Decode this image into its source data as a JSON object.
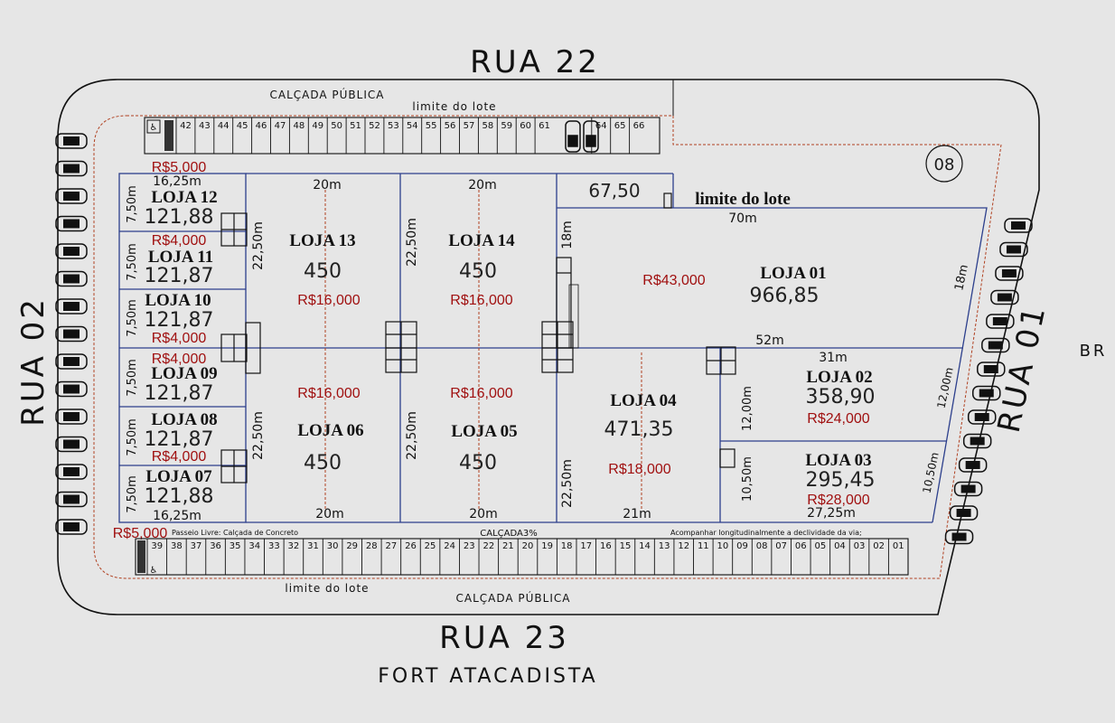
{
  "streets": {
    "north": "RUA 22",
    "south": "RUA 23",
    "west": "RUA 02",
    "east": "RUA 01",
    "east_tag": "BR"
  },
  "labels": {
    "calcada_top": "CALÇADA PÚBLICA",
    "calcada_bottom": "CALÇADA PÚBLICA",
    "limite_top": "limite do lote",
    "limite_bottom": "limite do lote",
    "limite_right": "limite do lote",
    "lot_number": "08",
    "project": "FORT ATACADISTA",
    "passeio": "Passeio Livre: Calçada de Concreto",
    "calcada_pct": "CALÇADA3%",
    "acompanhar": "Acompanhar longitudinalmente a declividade da via;"
  },
  "parking": {
    "top": [
      "42",
      "43",
      "44",
      "45",
      "46",
      "47",
      "48",
      "49",
      "50",
      "51",
      "52",
      "53",
      "54",
      "55",
      "56",
      "57",
      "58",
      "59",
      "60",
      "61",
      "64",
      "65",
      "66"
    ],
    "bottom": [
      "39",
      "38",
      "37",
      "36",
      "35",
      "34",
      "33",
      "32",
      "31",
      "30",
      "29",
      "28",
      "27",
      "26",
      "25",
      "24",
      "23",
      "22",
      "21",
      "20",
      "19",
      "18",
      "17",
      "16",
      "15",
      "14",
      "13",
      "12",
      "11",
      "10",
      "09",
      "08",
      "07",
      "06",
      "05",
      "04",
      "03",
      "02",
      "01"
    ]
  },
  "lojas": {
    "loja12": {
      "name": "LOJA 12",
      "area": "121,88",
      "price": "R$5,000"
    },
    "loja11": {
      "name": "LOJA 11",
      "area": "121,87",
      "price": "R$4,000"
    },
    "loja10": {
      "name": "LOJA 10",
      "area": "121,87",
      "price": "R$4,000"
    },
    "loja09": {
      "name": "LOJA 09",
      "area": "121,87",
      "price": "R$4,000"
    },
    "loja08": {
      "name": "LOJA 08",
      "area": "121,87",
      "price": "R$4,000"
    },
    "loja07": {
      "name": "LOJA 07",
      "area": "121,88",
      "price": "R$5,000"
    },
    "loja13": {
      "name": "LOJA 13",
      "area": "450",
      "price": "R$16,000"
    },
    "loja14": {
      "name": "LOJA 14",
      "area": "450",
      "price": "R$16,000"
    },
    "loja06": {
      "name": "LOJA 06",
      "area": "450",
      "price": "R$16,000"
    },
    "loja05": {
      "name": "LOJA 05",
      "area": "450",
      "price": "R$16,000"
    },
    "loja01": {
      "name": "LOJA 01",
      "area": "966,85",
      "price": "R$43,000"
    },
    "loja02": {
      "name": "LOJA 02",
      "area": "358,90",
      "price": "R$24,000"
    },
    "loja03": {
      "name": "LOJA 03",
      "area": "295,45",
      "price": "R$28,000"
    },
    "loja04": {
      "name": "LOJA 04",
      "area": "471,35",
      "price": "R$18,000"
    }
  },
  "dims": {
    "w_16_25_top": "16,25m",
    "w_16_25_bot": "16,25m",
    "h_7_50": "7,50m",
    "w_20": "20m",
    "h_22_50": "22,50m",
    "w_67_50": "67,50",
    "w_70": "70m",
    "h_18": "18m",
    "w_52": "52m",
    "w_31": "31m",
    "h_12": "12,00m",
    "h_10_50": "10,50m",
    "w_27_25": "27,25m",
    "w_21": "21m"
  }
}
